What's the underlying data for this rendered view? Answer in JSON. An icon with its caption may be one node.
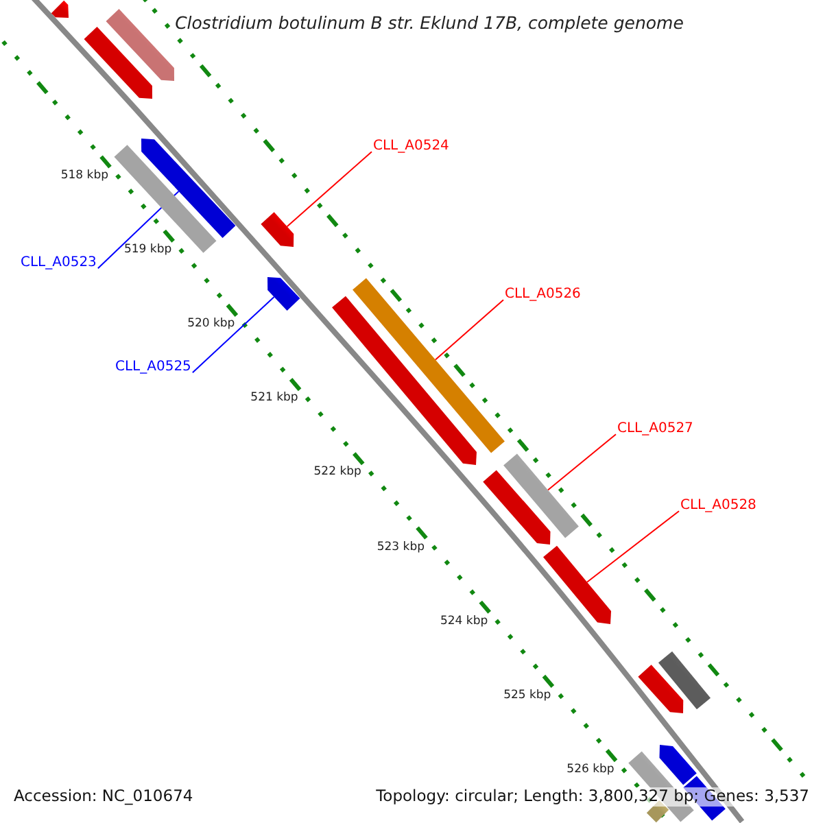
{
  "diagram": {
    "title": "Clostridium botulinum B str. Eklund 17B, complete genome",
    "nodes": [
      {
        "text": [
          "CLL_A0524"
        ]
      },
      {
        "text": [],
        "shape": "bar"
      },
      {
        "text": [
          "CLL_A0523"
        ]
      },
      {
        "text": [],
        "shape": "bar"
      },
      {
        "text": [
          "CLL_A0525"
        ]
      },
      {
        "text": [],
        "shape": "bar"
      },
      {
        "text": [
          "CLL_A0526"
        ]
      },
      {
        "text": [],
        "shape": "bar"
      },
      {
        "text": [
          "CLL_A0527"
        ]
      },
      {
        "text": [],
        "shape": "bar"
      },
      {
        "text": [
          "CLL_A0528"
        ]
      },
      {
        "text": [],
        "shape": "bar"
      },
      {
        "text": [],
        "shape": "bar"
      },
      {
        "text": [],
        "shape": "bar"
      },
      {
        "text": [],
        "shape": "bar"
      },
      {
        "text": [],
        "shape": "bar"
      },
      {
        "text": [],
        "shape": "bar"
      },
      {
        "text": [],
        "shape": "bar"
      },
      {
        "text": [],
        "shape": "bar"
      },
      {
        "text": [],
        "shape": "bar"
      },
      {
        "text": [],
        "shape": "bar"
      },
      {
        "text": [],
        "shape": "bar"
      },
      {
        "text": [],
        "shape": "bar"
      },
      {
        "text": [],
        "shape": "bar"
      }
    ],
    "edges": [
      {
        "from": 0,
        "to": 1,
        "arrow": "none"
      },
      {
        "from": 2,
        "to": 3,
        "arrow": "none",
        "color": "#0000ff"
      },
      {
        "from": 4,
        "to": 5,
        "arrow": "none",
        "color": "#0000ff"
      },
      {
        "from": 6,
        "to": 7,
        "arrow": "none"
      },
      {
        "from": 8,
        "to": 9,
        "arrow": "none"
      },
      {
        "from": 10,
        "to": 11,
        "arrow": "none"
      }
    ],
    "labels": [
      "518 kbp",
      "519 kbp",
      "520 kbp",
      "521 kbp",
      "522 kbp",
      "523 kbp",
      "524 kbp",
      "525 kbp",
      "526 kbp",
      "Accession: NC_010674",
      "Topology: circular; Length: 3,800,327 bp; Genes: 3,537"
    ]
  }
}
